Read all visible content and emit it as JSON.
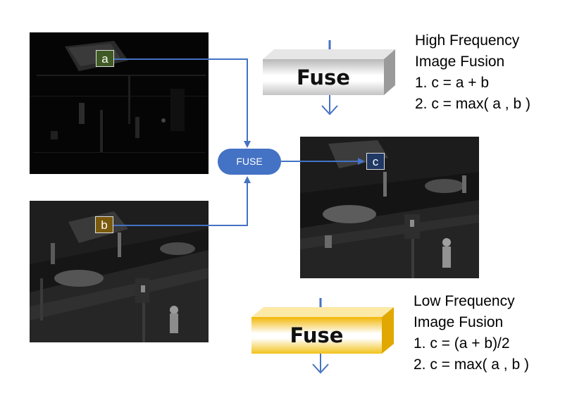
{
  "diagram": {
    "pill_label": "FUSE",
    "images": [
      {
        "id": "a",
        "tag": "a",
        "tag_color": "#3f5a24"
      },
      {
        "id": "b",
        "tag": "b",
        "tag_color": "#7a5a0d"
      },
      {
        "id": "c",
        "tag": "c",
        "tag_color": "#1f3864"
      }
    ],
    "high_block": {
      "label": "Fuse"
    },
    "low_block": {
      "label": "Fuse"
    },
    "high_text": {
      "title1": "High Frequency",
      "title2": "Image Fusion",
      "rule1": "1. c = a + b",
      "rule2": "2. c = max( a , b )"
    },
    "low_text": {
      "title1": "Low Frequency",
      "title2": "Image Fusion",
      "rule1": "1. c = (a + b)/2",
      "rule2": "2. c = max( a , b )"
    },
    "colors": {
      "arrow": "#4472c4",
      "pill": "#4472c4",
      "block_high": "#c0c0c0",
      "block_low": "#f2b705"
    }
  }
}
